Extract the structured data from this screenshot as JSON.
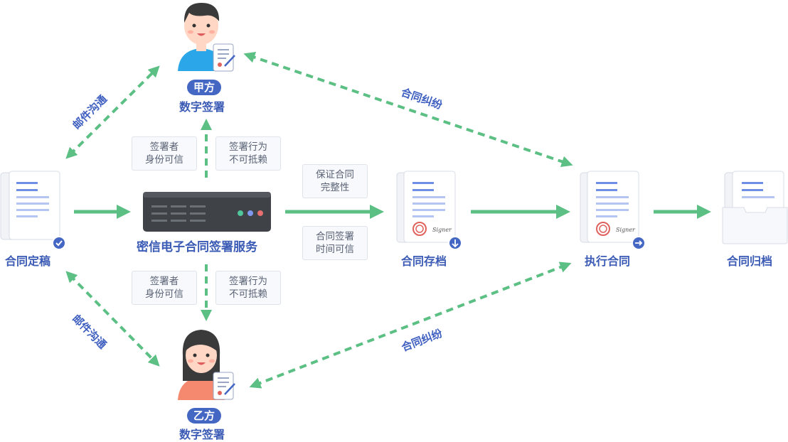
{
  "nodes": {
    "draft": "合同定稿",
    "server": "密信电子合同签署服务",
    "archive_store": "合同存档",
    "execute": "执行合同",
    "final_archive": "合同归档"
  },
  "party_a": {
    "badge": "甲方",
    "label": "数字签署"
  },
  "party_b": {
    "badge": "乙方",
    "label": "数字签署"
  },
  "edges": {
    "mail_top": "邮件沟通",
    "mail_bottom": "邮件沟通",
    "dispute_top": "合同纠纷",
    "dispute_bottom": "合同纠纷"
  },
  "tags": {
    "top_identity": [
      "签署者",
      "身份可信"
    ],
    "top_nonrepud": [
      "签署行为",
      "不可抵赖"
    ],
    "bottom_identity": [
      "签署者",
      "身份可信"
    ],
    "bottom_nonrepud": [
      "签署行为",
      "不可抵赖"
    ],
    "integrity": [
      "保证合同",
      "完整性"
    ],
    "timestamp": [
      "合同签署",
      "时间可信"
    ]
  },
  "doc_signature_text": "Signer",
  "colors": {
    "arrow_green": "#5cbf84",
    "label_blue": "#3b5bb5",
    "doc_line_blue": "#6f8fe6",
    "doc_line_light": "#b5c5f2",
    "server_body": "#3f4247",
    "stamp_red": "#e0625c"
  }
}
